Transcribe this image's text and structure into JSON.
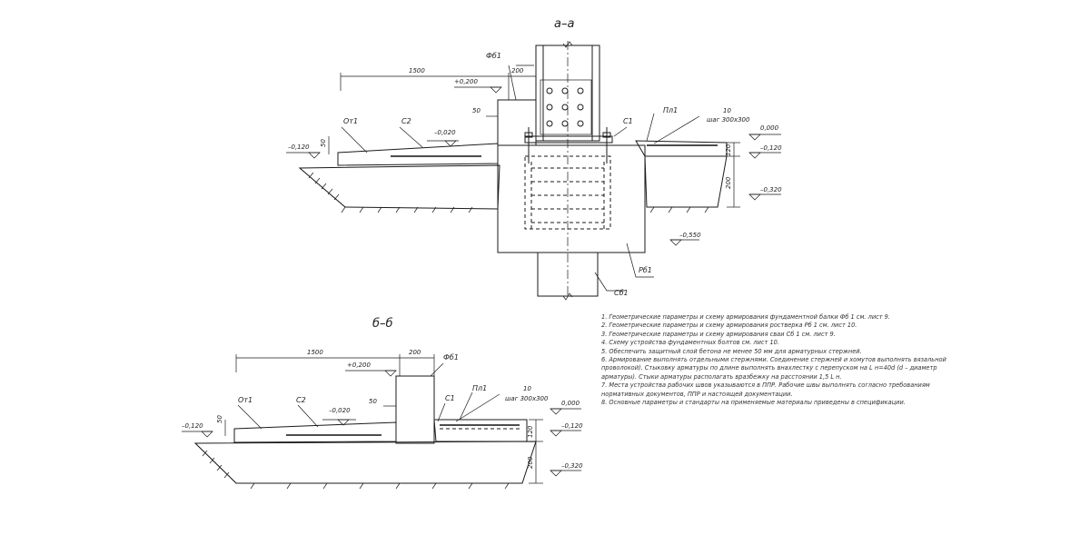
{
  "section_a": {
    "title": "а–а",
    "labels": {
      "beam": "Фб1",
      "grillage": "Рб1",
      "pile": "Сб1",
      "slab": "Пл1",
      "sole": "От1",
      "bolt": "С1",
      "layer": "С2"
    },
    "dims": {
      "width_1500": "1500",
      "width_200": "200",
      "d50_top": "50",
      "d50_left": "50",
      "d10": "10",
      "step": "шаг 300х300",
      "d120": "120",
      "d200": "200"
    },
    "levels": {
      "l_p0200": "+0,200",
      "l_m0020": "–0,020",
      "l_m0120_left": "–0,120",
      "l_0000": "0,000",
      "l_m0120_right": "–0,120",
      "l_m0320": "–0,320",
      "l_m0550": "–0,550"
    }
  },
  "section_b": {
    "title": "б–б",
    "labels": {
      "beam": "Фб1",
      "slab": "Пл1",
      "sole": "От1",
      "bolt": "С1",
      "layer": "С2"
    },
    "dims": {
      "width_1500": "1500",
      "width_200": "200",
      "d50_top": "50",
      "d50_left": "50",
      "d10": "10",
      "step": "шаг 300х300",
      "d120": "120",
      "d200": "200"
    },
    "levels": {
      "l_p0200": "+0,200",
      "l_m0020": "–0,020",
      "l_m0120_left": "–0,120",
      "l_0000": "0,000",
      "l_m0120_right": "–0,120",
      "l_m0320": "–0,320"
    }
  },
  "notes": [
    "1. Геометрические параметры и схему армирования фундаментной балки Фб 1 см. лист 9.",
    "2. Геометрические параметры и схему армирования ростверка Рб 1 см. лист 10.",
    "3. Геометрические параметры и схему армирования сваи Сб 1 см. лист 9.",
    "4. Схему устройства фундаментных болтов см. лист 10.",
    "5. Обеспечить защитный слой бетона не менее 50 мм для арматурных стержней.",
    "6. Армирование выполнять отдельными стержнями. Соединение стержней и хомутов выполнять вязальной проволокой). Стыковку арматуры по длине выполнять внахлестку с перепуском на L н=40d (d – диаметр арматуры). Стыки арматуры располагать вразбежку на расстоянии 1,5 L н.",
    "7. Места устройства рабочих швов указываются в ППР. Рабочие швы выполнять согласно требованиям нормативных документов, ППР и настоящей документации.",
    "8. Основные параметры и стандарты на применяемые материалы приведены в спецификации."
  ]
}
